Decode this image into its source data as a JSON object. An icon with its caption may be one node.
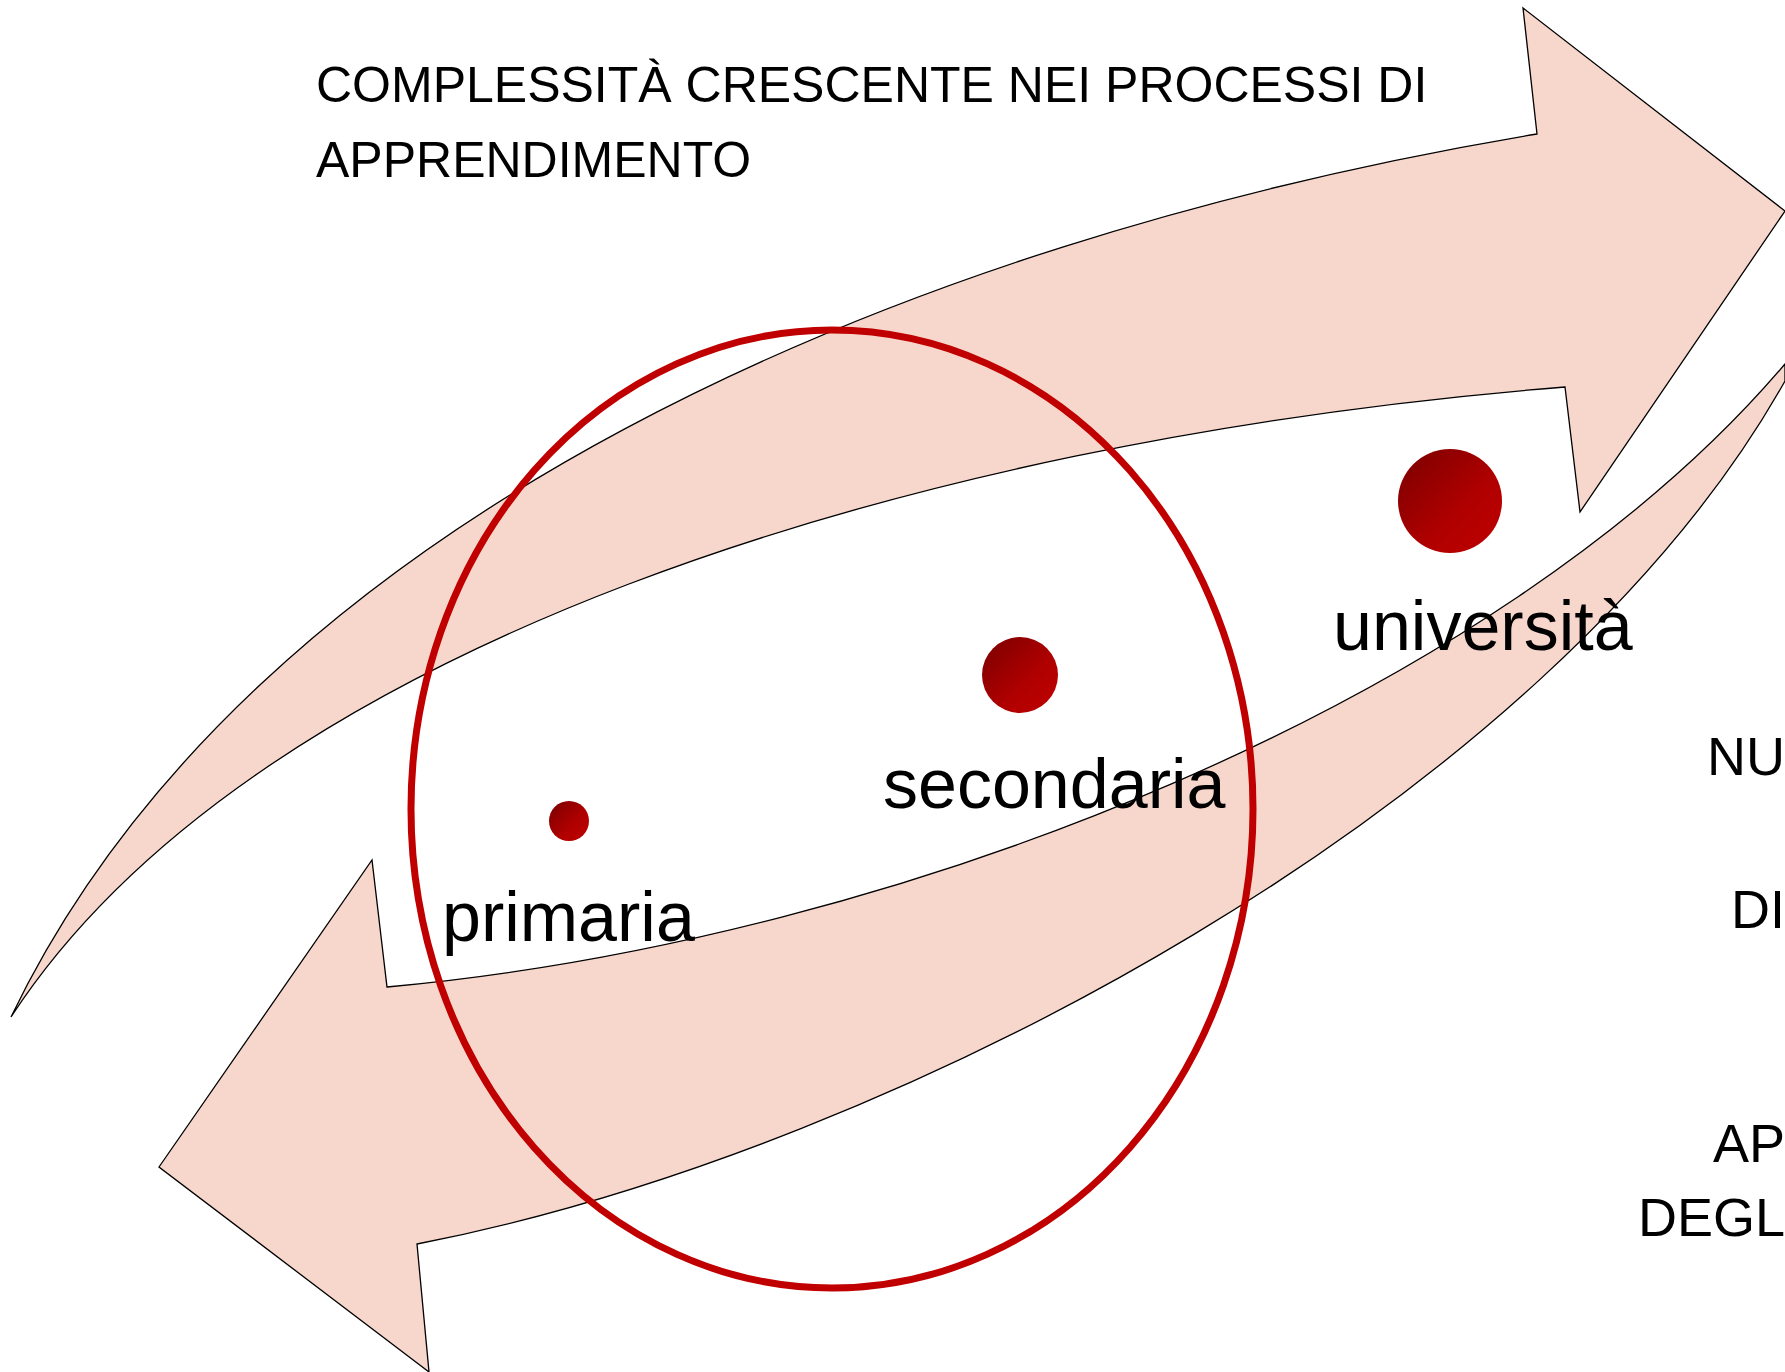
{
  "diagram": {
    "title": "COMPLESSITÀ CRESCENTE NEI PROCESSI DI APPRENDIMENTO",
    "nodes": [
      {
        "text": [],
        "shape": "circle",
        "beside": [
          "università"
        ]
      },
      {
        "text": [],
        "shape": "circle",
        "beside": [
          "secondaria"
        ]
      },
      {
        "text": [],
        "shape": "circle",
        "beside": [
          "primaria"
        ]
      }
    ],
    "labels": [
      "NU",
      "DI",
      "AP",
      "DEGL"
    ]
  }
}
